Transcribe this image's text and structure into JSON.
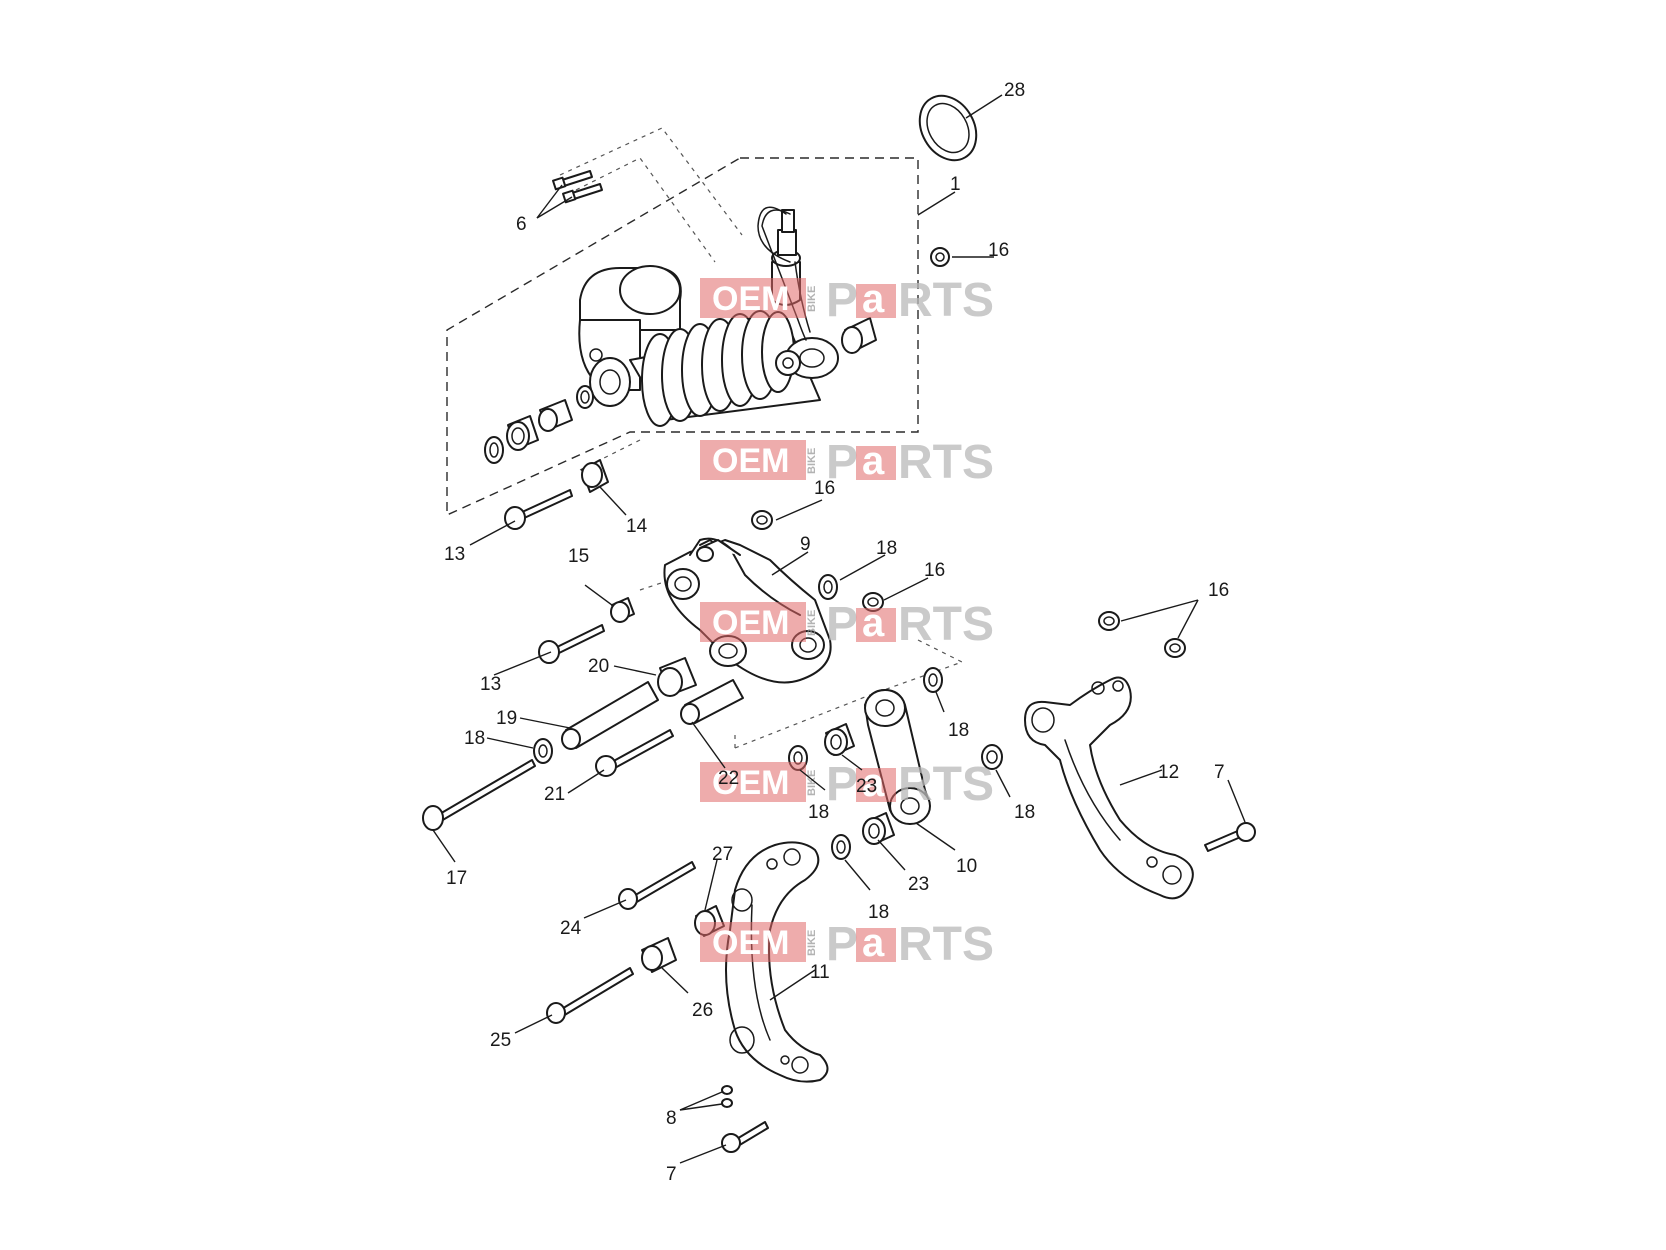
{
  "watermark": {
    "oem": "OEM",
    "bike": "BIKE",
    "p": "P",
    "a": "a",
    "rts": "RTS",
    "accent_color": "#e06767",
    "grey_color": "#b9b9b9"
  },
  "callouts": {
    "c1": "1",
    "c6": "6",
    "c7a": "7",
    "c7b": "7",
    "c8": "8",
    "c9": "9",
    "c10": "10",
    "c11": "11",
    "c12": "12",
    "c13a": "13",
    "c13b": "13",
    "c14": "14",
    "c15": "15",
    "c16a": "16",
    "c16b": "16",
    "c16c": "16",
    "c16d": "16",
    "c17": "17",
    "c18a": "18",
    "c18b": "18",
    "c18c": "18",
    "c18d": "18",
    "c18e": "18",
    "c18f": "18",
    "c19": "19",
    "c20": "20",
    "c21": "21",
    "c22": "22",
    "c23a": "23",
    "c23b": "23",
    "c24": "24",
    "c25": "25",
    "c26": "26",
    "c27": "27",
    "c28": "28"
  }
}
